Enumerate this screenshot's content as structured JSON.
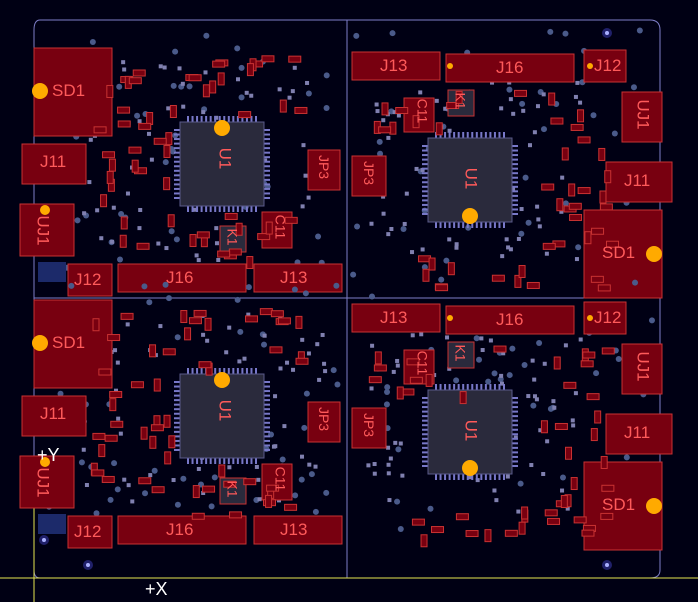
{
  "colors": {
    "background": "#000014",
    "board_outline": "#7e7ec8",
    "component_fill": "#780010",
    "component_stroke": "#c83232",
    "label_red": "#ff5a5a",
    "chip_fill": "#2a2a3c",
    "chip_pins": "#7878c8",
    "pad_yellow": "#ffaa00",
    "via_blue": "#4a5a8a",
    "silk_green": "#2f8f2f",
    "axis_white": "#ffffff",
    "axis_yellow": "#e6e650"
  },
  "axis": {
    "x_label": "+X",
    "y_label": "+Y"
  },
  "panels": [
    {
      "id": "top-left",
      "labels": {
        "sd": "SD1",
        "u": "U1",
        "j11": "J11",
        "j12": "J12",
        "j13": "J13",
        "j16": "J16",
        "uj": "UJ1",
        "jp": "JP3",
        "c": "C11",
        "k": "K1"
      }
    },
    {
      "id": "top-right",
      "labels": {
        "sd": "SD1",
        "u": "U1",
        "j11": "J11",
        "j12": "J12",
        "j13": "J13",
        "j16": "J16",
        "uj": "UJ1",
        "jp": "JP3",
        "c": "C11",
        "k": "K1"
      }
    },
    {
      "id": "bottom-left",
      "labels": {
        "sd": "SD1",
        "u": "U1",
        "j11": "J11",
        "j12": "J12",
        "j13": "J13",
        "j16": "J16",
        "uj": "UJ1",
        "jp": "JP3",
        "c": "C11",
        "k": "K1"
      }
    },
    {
      "id": "bottom-right",
      "labels": {
        "sd": "SD1",
        "u": "U1",
        "j11": "J11",
        "j12": "J12",
        "j13": "J13",
        "j16": "J16",
        "uj": "UJ1",
        "jp": "JP3",
        "c": "C11",
        "k": "K1"
      }
    }
  ]
}
